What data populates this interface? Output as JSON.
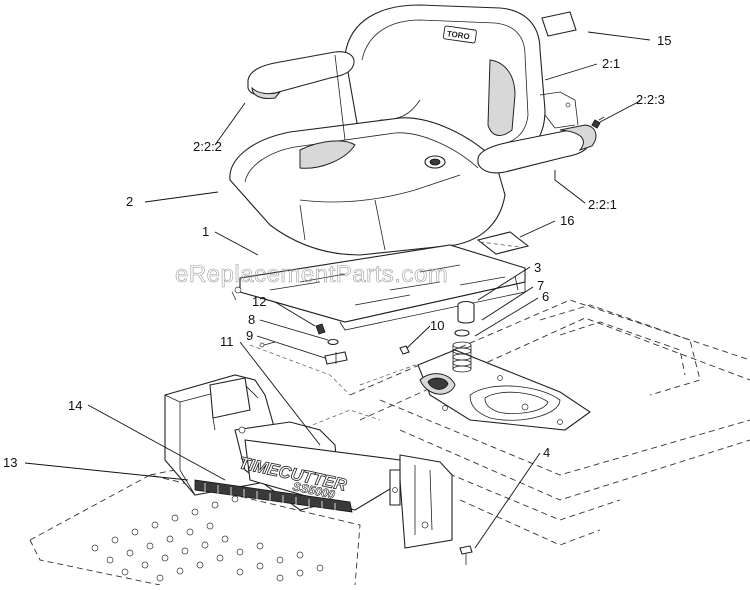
{
  "watermark": "eReplacementParts.com",
  "decal": {
    "brand": "TIMECUTTER",
    "model": "SS5000",
    "seat_logo": "TORO"
  },
  "callouts": [
    "15",
    "2:1",
    "2:2:3",
    "2:2:2",
    "2:2:1",
    "2",
    "16",
    "1",
    "3",
    "7",
    "6",
    "12",
    "8",
    "10",
    "9",
    "11",
    "14",
    "13",
    "4"
  ]
}
